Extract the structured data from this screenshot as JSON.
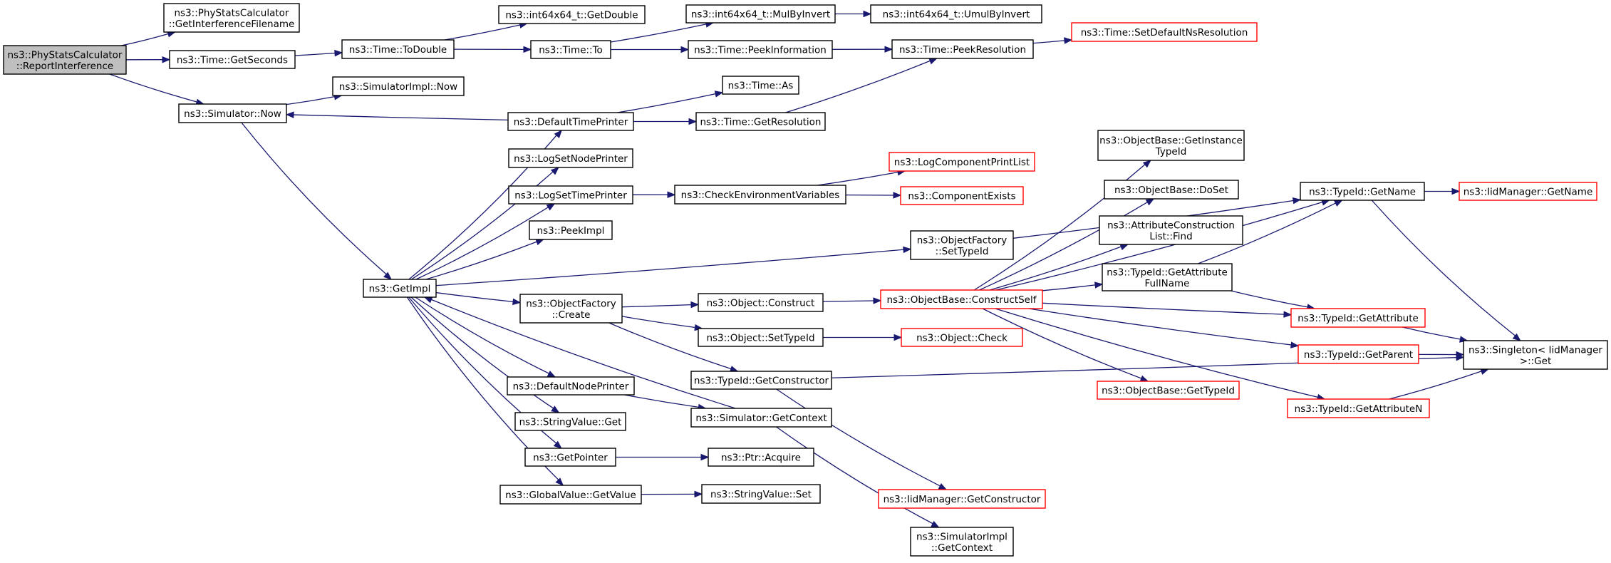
{
  "colors": {
    "edge": "#191970",
    "node_border": "#000000",
    "node_border_red": "#ff0000",
    "root_fill": "#bfbfbf",
    "node_fill": "#ffffff"
  },
  "nodes": [
    {
      "id": "root",
      "lines": [
        "ns3::PhyStatsCalculator",
        "::ReportInterference"
      ],
      "style": "root"
    },
    {
      "id": "getinterferencefilename",
      "lines": [
        "ns3::PhyStatsCalculator",
        "::GetInterferenceFilename"
      ],
      "style": "normal"
    },
    {
      "id": "time-getseconds",
      "lines": [
        "ns3::Time::GetSeconds"
      ],
      "style": "normal"
    },
    {
      "id": "simulator-now",
      "lines": [
        "ns3::Simulator::Now"
      ],
      "style": "normal"
    },
    {
      "id": "time-todouble",
      "lines": [
        "ns3::Time::ToDouble"
      ],
      "style": "normal"
    },
    {
      "id": "simulatorimpl-now",
      "lines": [
        "ns3::SimulatorImpl::Now"
      ],
      "style": "normal"
    },
    {
      "id": "getimpl",
      "lines": [
        "ns3::GetImpl"
      ],
      "style": "normal"
    },
    {
      "id": "int64-getdouble",
      "lines": [
        "ns3::int64x64_t::GetDouble"
      ],
      "style": "normal"
    },
    {
      "id": "time-to",
      "lines": [
        "ns3::Time::To"
      ],
      "style": "normal"
    },
    {
      "id": "defaulttimeprinter",
      "lines": [
        "ns3::DefaultTimePrinter"
      ],
      "style": "normal"
    },
    {
      "id": "logsetnodeprinter",
      "lines": [
        "ns3::LogSetNodePrinter"
      ],
      "style": "normal"
    },
    {
      "id": "logsettimeprinter",
      "lines": [
        "ns3::LogSetTimePrinter"
      ],
      "style": "normal"
    },
    {
      "id": "peekimpl",
      "lines": [
        "ns3::PeekImpl"
      ],
      "style": "normal"
    },
    {
      "id": "objectfactory-create",
      "lines": [
        "ns3::ObjectFactory",
        "::Create"
      ],
      "style": "normal"
    },
    {
      "id": "defaultnodeprinter",
      "lines": [
        "ns3::DefaultNodePrinter"
      ],
      "style": "normal"
    },
    {
      "id": "stringvalue-get",
      "lines": [
        "ns3::StringValue::Get"
      ],
      "style": "normal"
    },
    {
      "id": "getpointer",
      "lines": [
        "ns3::GetPointer"
      ],
      "style": "normal"
    },
    {
      "id": "globalvalue-getvalue",
      "lines": [
        "ns3::GlobalValue::GetValue"
      ],
      "style": "normal"
    },
    {
      "id": "int64-mulbyinvert",
      "lines": [
        "ns3::int64x64_t::MulByInvert"
      ],
      "style": "normal"
    },
    {
      "id": "time-peekinformation",
      "lines": [
        "ns3::Time::PeekInformation"
      ],
      "style": "normal"
    },
    {
      "id": "time-as",
      "lines": [
        "ns3::Time::As"
      ],
      "style": "normal"
    },
    {
      "id": "time-getresolution",
      "lines": [
        "ns3::Time::GetResolution"
      ],
      "style": "normal"
    },
    {
      "id": "checkenvironmentvariables",
      "lines": [
        "ns3::CheckEnvironmentVariables"
      ],
      "style": "normal"
    },
    {
      "id": "object-construct",
      "lines": [
        "ns3::Object::Construct"
      ],
      "style": "normal"
    },
    {
      "id": "object-settypeid",
      "lines": [
        "ns3::Object::SetTypeId"
      ],
      "style": "normal"
    },
    {
      "id": "typeid-getconstructor",
      "lines": [
        "ns3::TypeId::GetConstructor"
      ],
      "style": "normal"
    },
    {
      "id": "simulator-getcontext",
      "lines": [
        "ns3::Simulator::GetContext"
      ],
      "style": "normal"
    },
    {
      "id": "ptr-acquire",
      "lines": [
        "ns3::Ptr::Acquire"
      ],
      "style": "normal"
    },
    {
      "id": "stringvalue-set",
      "lines": [
        "ns3::StringValue::Set"
      ],
      "style": "normal"
    },
    {
      "id": "int64-umulbyinvert",
      "lines": [
        "ns3::int64x64_t::UmulByInvert"
      ],
      "style": "normal"
    },
    {
      "id": "time-peekresolution",
      "lines": [
        "ns3::Time::PeekResolution"
      ],
      "style": "normal"
    },
    {
      "id": "logcomponentprintlist",
      "lines": [
        "ns3::LogComponentPrintList"
      ],
      "style": "red"
    },
    {
      "id": "componentexists",
      "lines": [
        "ns3::ComponentExists"
      ],
      "style": "red"
    },
    {
      "id": "objectfactory-settypeid",
      "lines": [
        "ns3::ObjectFactory",
        "::SetTypeId"
      ],
      "style": "normal"
    },
    {
      "id": "objectbase-constructself",
      "lines": [
        "ns3::ObjectBase::ConstructSelf"
      ],
      "style": "red"
    },
    {
      "id": "object-check",
      "lines": [
        "ns3::Object::Check"
      ],
      "style": "red"
    },
    {
      "id": "iidmanager-getconstructor",
      "lines": [
        "ns3::IidManager::GetConstructor"
      ],
      "style": "red"
    },
    {
      "id": "simulatorimpl-getcontext",
      "lines": [
        "ns3::SimulatorImpl",
        "::GetContext"
      ],
      "style": "normal"
    },
    {
      "id": "time-setdefaultnsresolution",
      "lines": [
        "ns3::Time::SetDefaultNsResolution"
      ],
      "style": "red"
    },
    {
      "id": "objectbase-getinstancetypeid",
      "lines": [
        "ns3::ObjectBase::GetInstance",
        "TypeId"
      ],
      "style": "normal"
    },
    {
      "id": "objectbase-doset",
      "lines": [
        "ns3::ObjectBase::DoSet"
      ],
      "style": "normal"
    },
    {
      "id": "attributeconstructionlist-find",
      "lines": [
        "ns3::AttributeConstruction",
        "List::Find"
      ],
      "style": "normal"
    },
    {
      "id": "typeid-getattributefullname",
      "lines": [
        "ns3::TypeId::GetAttribute",
        "FullName"
      ],
      "style": "normal"
    },
    {
      "id": "objectbase-gettypeid",
      "lines": [
        "ns3::ObjectBase::GetTypeId"
      ],
      "style": "red"
    },
    {
      "id": "typeid-getname",
      "lines": [
        "ns3::TypeId::GetName"
      ],
      "style": "normal"
    },
    {
      "id": "typeid-getattribute",
      "lines": [
        "ns3::TypeId::GetAttribute"
      ],
      "style": "red"
    },
    {
      "id": "typeid-getparent",
      "lines": [
        "ns3::TypeId::GetParent"
      ],
      "style": "red"
    },
    {
      "id": "typeid-getattributen",
      "lines": [
        "ns3::TypeId::GetAttributeN"
      ],
      "style": "red"
    },
    {
      "id": "iidmanager-getname",
      "lines": [
        "ns3::IidManager::GetName"
      ],
      "style": "red"
    },
    {
      "id": "singleton-get",
      "lines": [
        "ns3::Singleton< IidManager",
        " >::Get"
      ],
      "style": "normal"
    }
  ],
  "edges": [
    [
      "root",
      "getinterferencefilename"
    ],
    [
      "root",
      "time-getseconds"
    ],
    [
      "root",
      "simulator-now"
    ],
    [
      "time-getseconds",
      "time-todouble"
    ],
    [
      "time-todouble",
      "int64-getdouble"
    ],
    [
      "time-todouble",
      "time-to"
    ],
    [
      "time-to",
      "int64-mulbyinvert"
    ],
    [
      "time-to",
      "time-peekinformation"
    ],
    [
      "int64-mulbyinvert",
      "int64-umulbyinvert"
    ],
    [
      "time-peekinformation",
      "time-peekresolution"
    ],
    [
      "time-peekresolution",
      "time-setdefaultnsresolution"
    ],
    [
      "simulator-now",
      "simulatorimpl-now"
    ],
    [
      "simulator-now",
      "getimpl"
    ],
    [
      "defaulttimeprinter",
      "simulator-now"
    ],
    [
      "defaulttimeprinter",
      "time-as"
    ],
    [
      "defaulttimeprinter",
      "time-getresolution"
    ],
    [
      "time-getresolution",
      "time-peekresolution"
    ],
    [
      "getimpl",
      "defaulttimeprinter"
    ],
    [
      "getimpl",
      "logsetnodeprinter"
    ],
    [
      "getimpl",
      "logsettimeprinter"
    ],
    [
      "getimpl",
      "peekimpl"
    ],
    [
      "getimpl",
      "objectfactory-settypeid"
    ],
    [
      "getimpl",
      "objectfactory-create"
    ],
    [
      "getimpl",
      "defaultnodeprinter"
    ],
    [
      "getimpl",
      "stringvalue-get"
    ],
    [
      "getimpl",
      "getpointer"
    ],
    [
      "getimpl",
      "globalvalue-getvalue"
    ],
    [
      "simulator-getcontext",
      "getimpl"
    ],
    [
      "logsettimeprinter",
      "checkenvironmentvariables"
    ],
    [
      "checkenvironmentvariables",
      "logcomponentprintlist"
    ],
    [
      "checkenvironmentvariables",
      "componentexists"
    ],
    [
      "objectfactory-create",
      "object-construct"
    ],
    [
      "objectfactory-create",
      "object-settypeid"
    ],
    [
      "objectfactory-create",
      "typeid-getconstructor"
    ],
    [
      "object-construct",
      "objectbase-constructself"
    ],
    [
      "object-settypeid",
      "object-check"
    ],
    [
      "typeid-getconstructor",
      "iidmanager-getconstructor"
    ],
    [
      "typeid-getconstructor",
      "singleton-get"
    ],
    [
      "defaultnodeprinter",
      "simulator-getcontext"
    ],
    [
      "simulator-getcontext",
      "simulatorimpl-getcontext"
    ],
    [
      "getpointer",
      "ptr-acquire"
    ],
    [
      "globalvalue-getvalue",
      "stringvalue-set"
    ],
    [
      "objectfactory-settypeid",
      "typeid-getname"
    ],
    [
      "objectbase-constructself",
      "typeid-getname"
    ],
    [
      "objectbase-constructself",
      "objectbase-getinstancetypeid"
    ],
    [
      "objectbase-constructself",
      "objectbase-doset"
    ],
    [
      "objectbase-constructself",
      "attributeconstructionlist-find"
    ],
    [
      "objectbase-constructself",
      "typeid-getattributefullname"
    ],
    [
      "objectbase-constructself",
      "typeid-getattribute"
    ],
    [
      "objectbase-constructself",
      "typeid-getparent"
    ],
    [
      "objectbase-constructself",
      "objectbase-gettypeid"
    ],
    [
      "objectbase-constructself",
      "typeid-getattributen"
    ],
    [
      "typeid-getattributefullname",
      "typeid-getname"
    ],
    [
      "typeid-getattributefullname",
      "typeid-getattribute"
    ],
    [
      "typeid-getname",
      "iidmanager-getname"
    ],
    [
      "typeid-getname",
      "singleton-get"
    ],
    [
      "typeid-getattribute",
      "singleton-get"
    ],
    [
      "typeid-getparent",
      "singleton-get"
    ],
    [
      "typeid-getattributen",
      "singleton-get"
    ]
  ]
}
